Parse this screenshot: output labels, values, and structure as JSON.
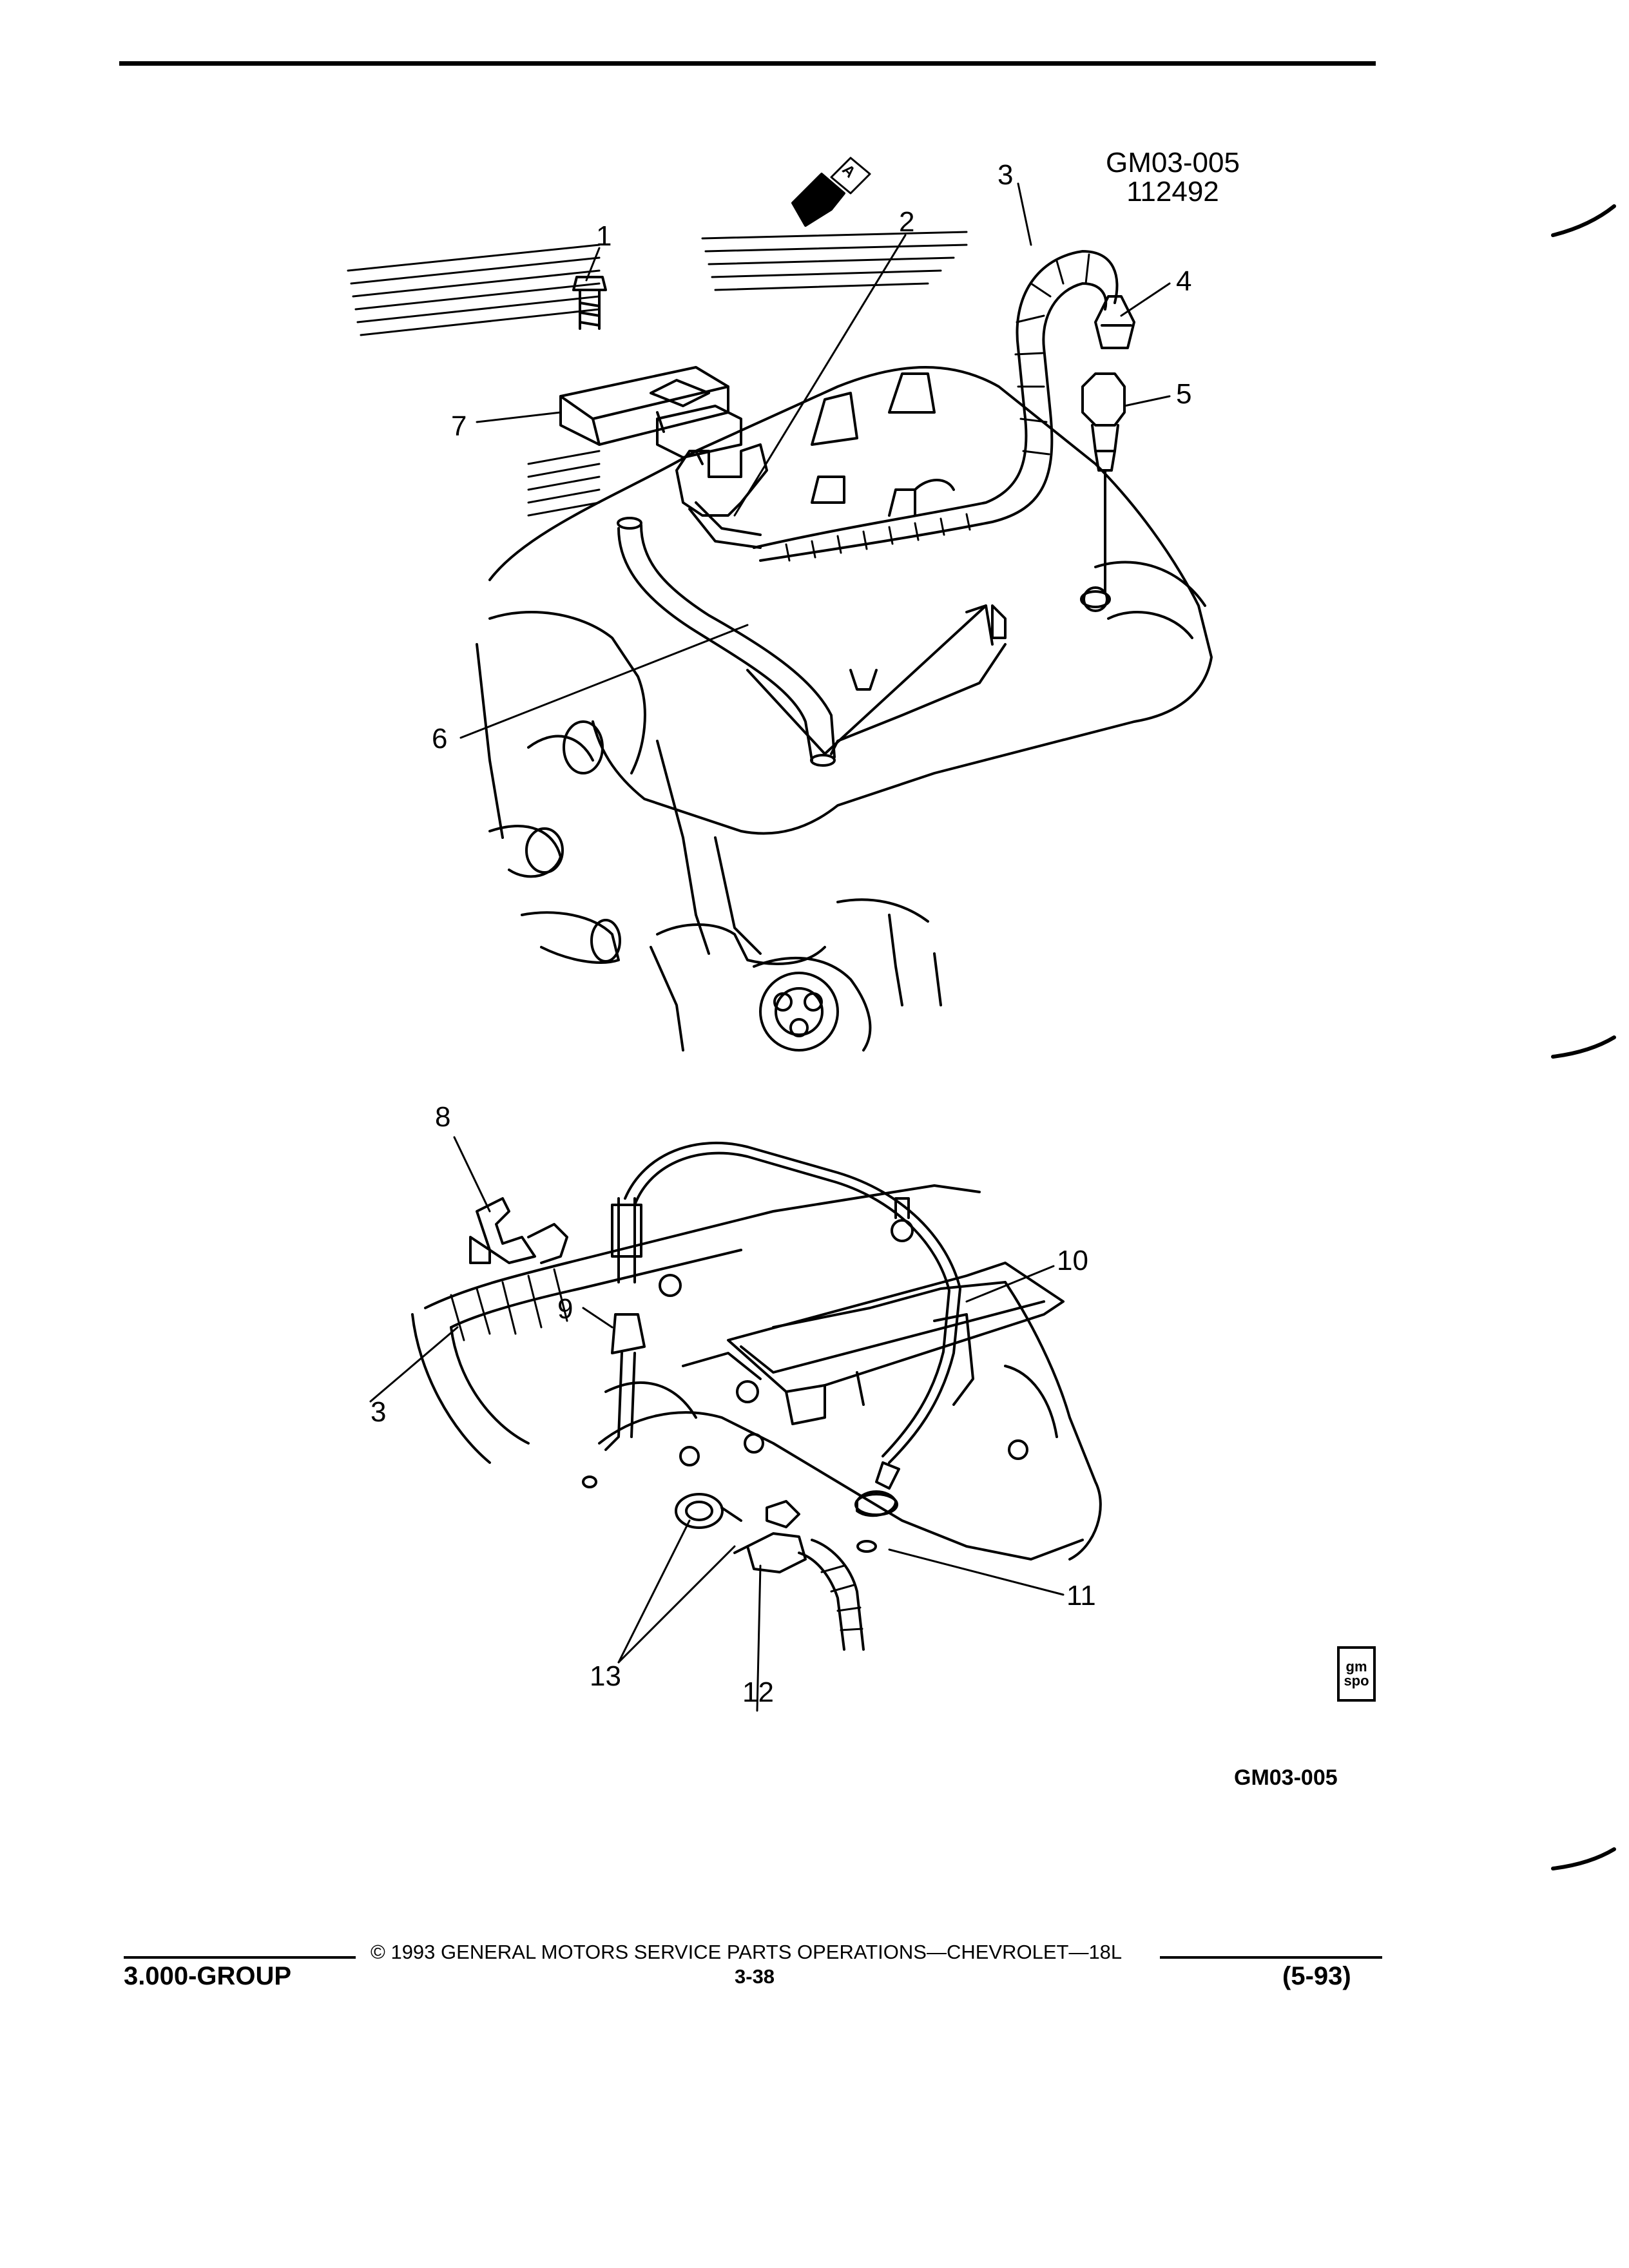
{
  "figure": {
    "ref_id": "GM03-005",
    "ref_date": "112492",
    "view_marker": "A",
    "bottom_code": "GM03-005"
  },
  "callouts": [
    "1",
    "2",
    "3",
    "4",
    "5",
    "6",
    "7",
    "8",
    "9",
    "10",
    "3",
    "11",
    "12",
    "13"
  ],
  "logo": {
    "top": "gm",
    "bottom": "spo"
  },
  "footer": {
    "copyright": "© 1993 GENERAL MOTORS SERVICE PARTS OPERATIONS—CHEVROLET—18L",
    "page": "3-38",
    "group": "3.000-GROUP",
    "date": "(5-93)"
  }
}
